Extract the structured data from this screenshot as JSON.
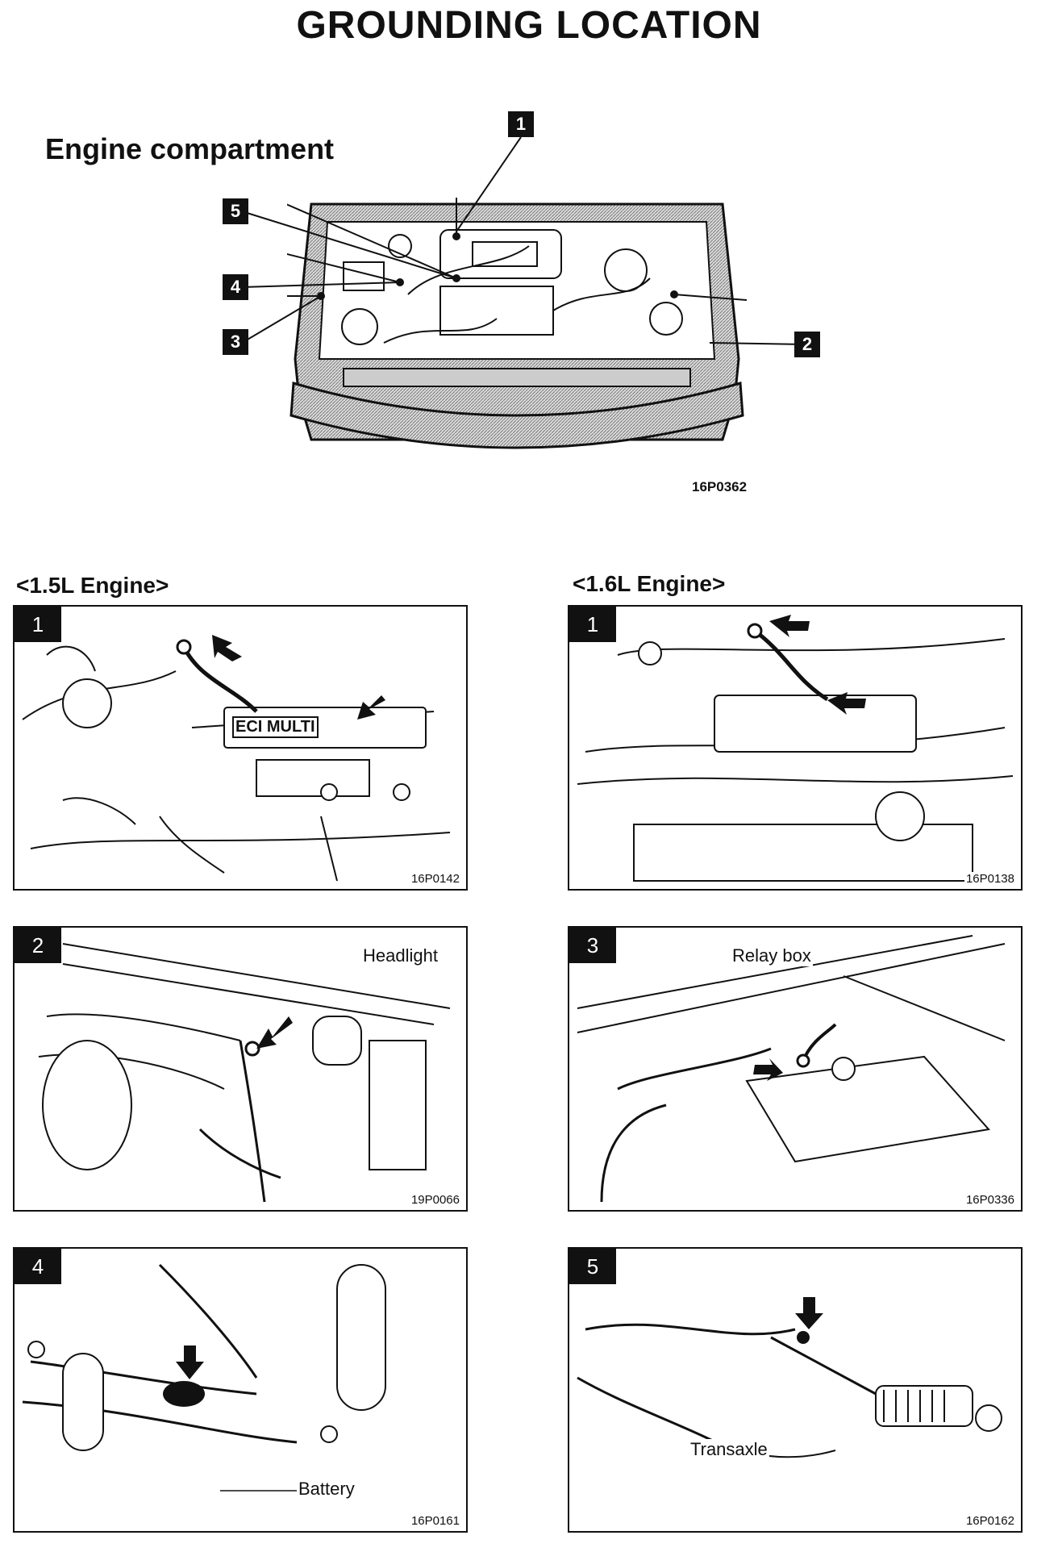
{
  "page_title": "GROUNDING LOCATION",
  "overview": {
    "heading": "Engine compartment",
    "figure_code": "16P0362",
    "callouts": [
      "1",
      "2",
      "3",
      "4",
      "5"
    ]
  },
  "sections": {
    "left": "<1.5L Engine>",
    "right": "<1.6L Engine>"
  },
  "panels": [
    {
      "number": "1",
      "code": "16P0142",
      "labels": [
        "ECI MULTI"
      ]
    },
    {
      "number": "1",
      "code": "16P0138",
      "labels": []
    },
    {
      "number": "2",
      "code": "19P0066",
      "labels": [
        "Headlight"
      ]
    },
    {
      "number": "3",
      "code": "16P0336",
      "labels": [
        "Relay box"
      ]
    },
    {
      "number": "4",
      "code": "16P0161",
      "labels": [
        "Battery"
      ]
    },
    {
      "number": "5",
      "code": "16P0162",
      "labels": [
        "Transaxle"
      ]
    }
  ]
}
